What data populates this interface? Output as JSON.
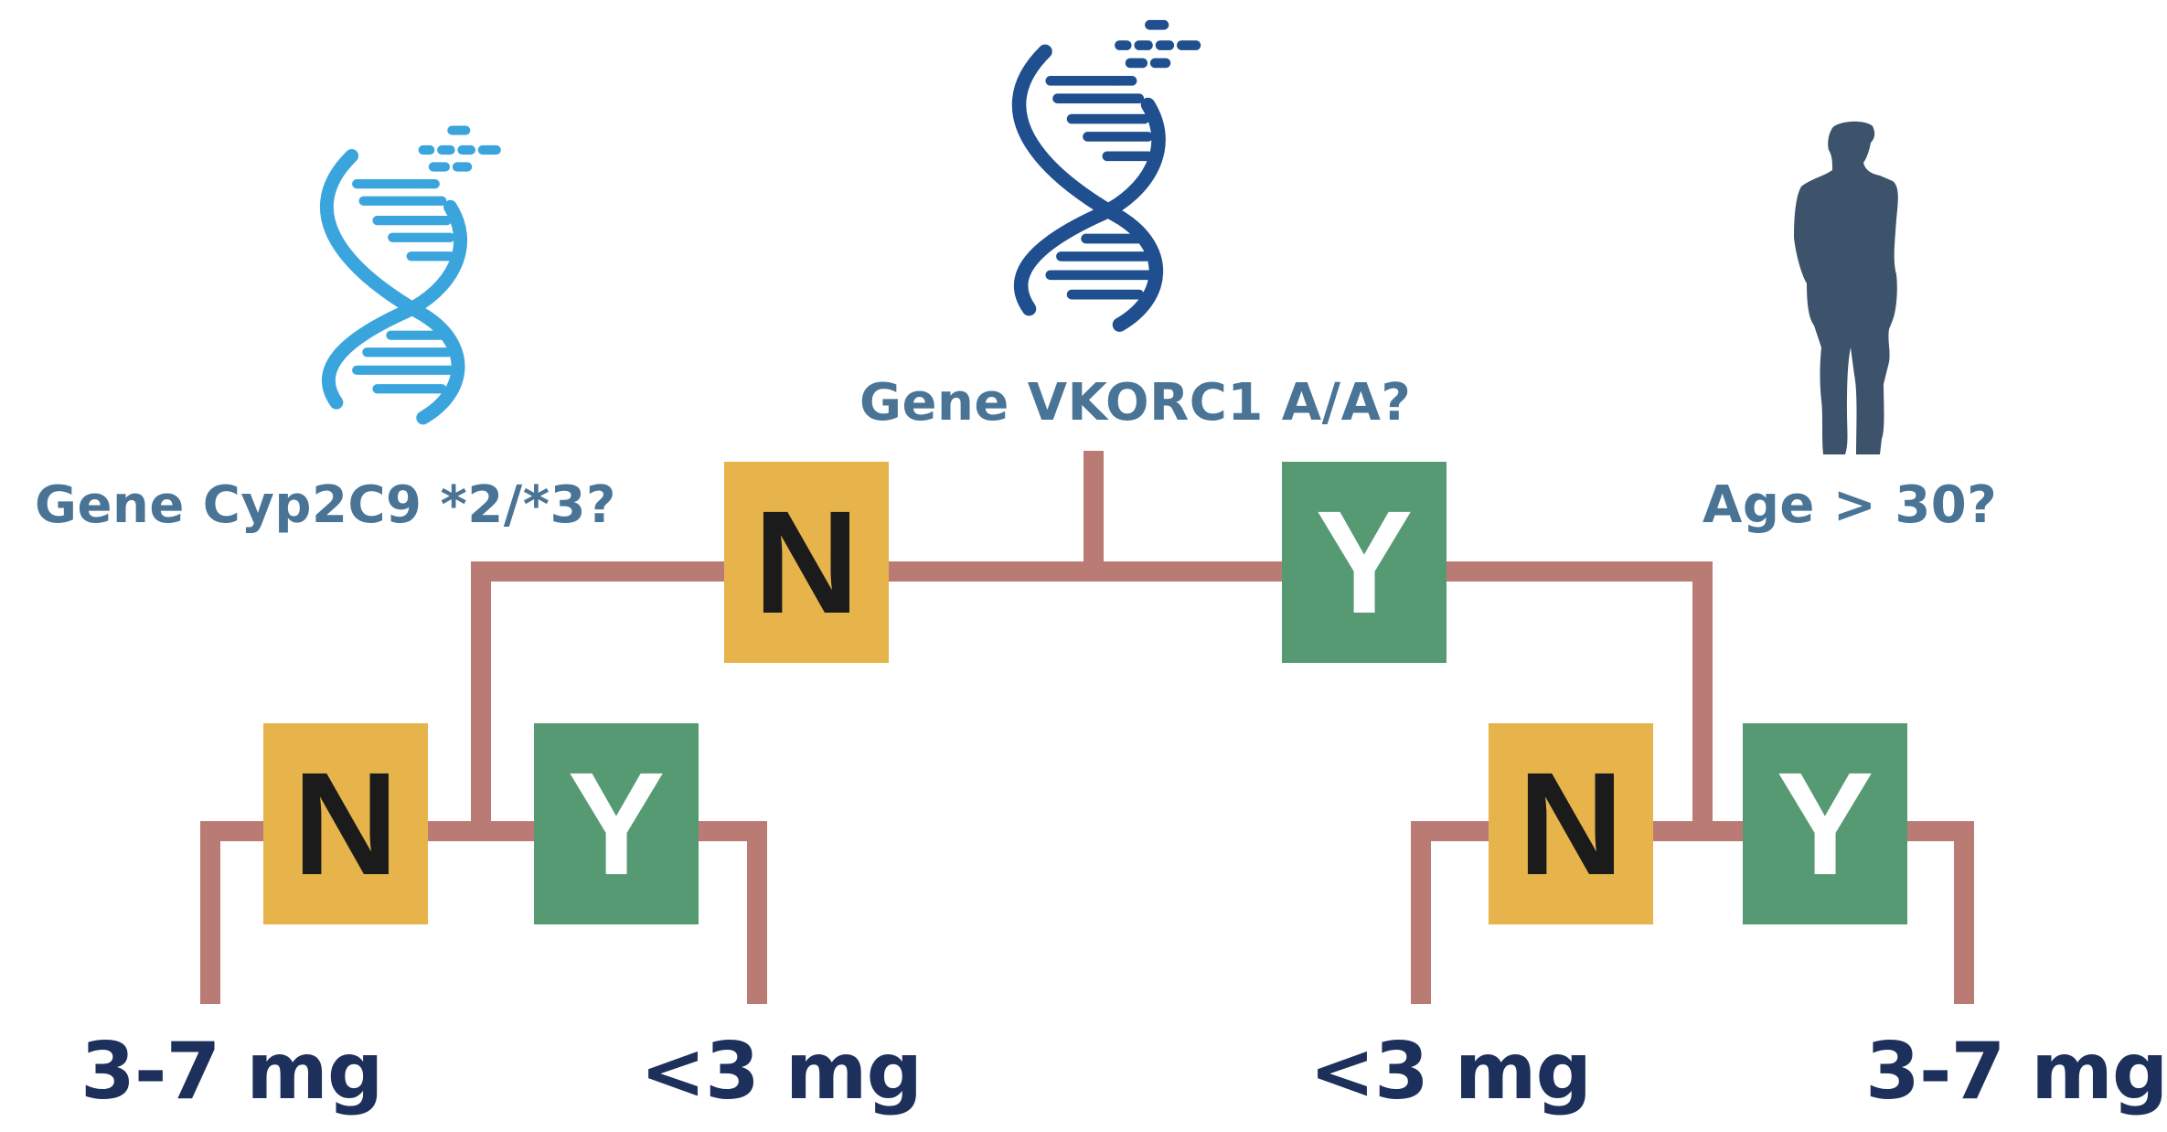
{
  "colors": {
    "connector": "#b97b73",
    "no_box": "#e6b44b",
    "yes_box": "#559a72",
    "no_letter": "#1b1b1b",
    "yes_letter": "#ffffff",
    "question_text": "#4a7495",
    "dose_text": "#1d2f5b",
    "dna_light": "#3aa5dd",
    "dna_dark": "#1f4f8f",
    "person": "#3c536b"
  },
  "icons": {
    "left": "dna-icon",
    "center": "dna-icon",
    "right": "person-silhouette-icon"
  },
  "questions": {
    "cyp2c9": "Gene Cyp2C9 *2/*3?",
    "vkorc1": "Gene VKORC1 A/A?",
    "age": "Age > 30?"
  },
  "boxes": {
    "root_no": "N",
    "root_yes": "Y",
    "left_no": "N",
    "left_yes": "Y",
    "right_no": "N",
    "right_yes": "Y"
  },
  "doses": {
    "left_no": "3-7 mg",
    "left_yes": "<3 mg",
    "right_no": "<3 mg",
    "right_yes": "3-7 mg"
  }
}
